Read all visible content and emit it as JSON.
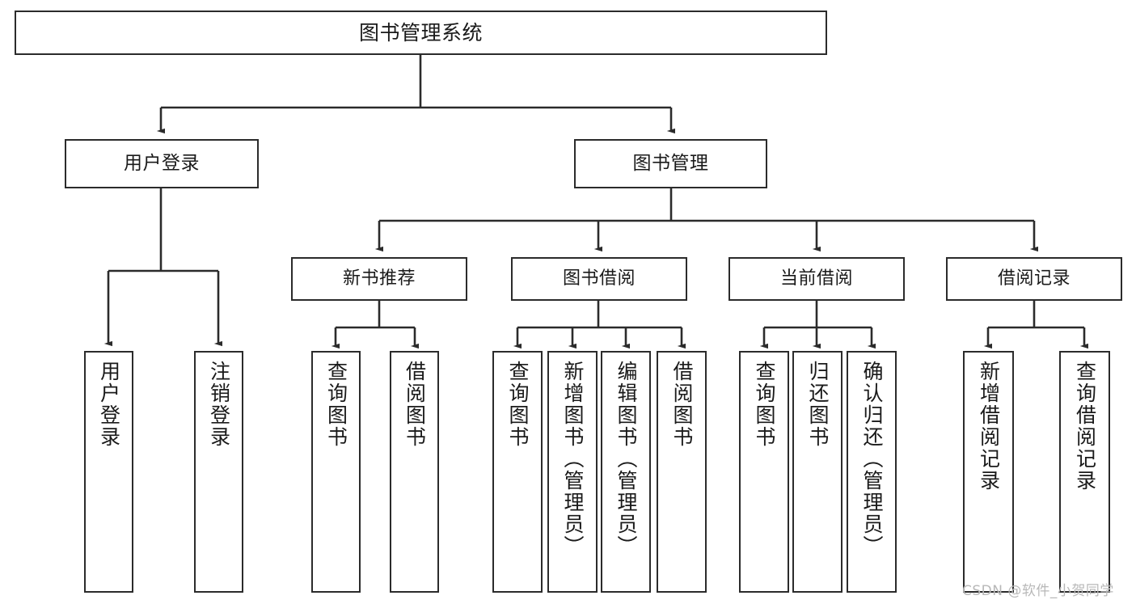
{
  "diagram": {
    "type": "tree-hierarchy",
    "title": "图书管理系统",
    "colors": {
      "box_border": "#2b2b2b",
      "box_fill": "#ffffff",
      "line": "#2b2b2b",
      "text": "#1a1a1a",
      "watermark": "#b8b8b8",
      "background": "#ffffff"
    },
    "root": {
      "label": "图书管理系统"
    },
    "level1": [
      {
        "label": "用户登录"
      },
      {
        "label": "图书管理"
      }
    ],
    "level2": [
      {
        "label": "新书推荐"
      },
      {
        "label": "图书借阅"
      },
      {
        "label": "当前借阅"
      },
      {
        "label": "借阅记录"
      }
    ],
    "leaves": {
      "user_login": [
        {
          "label": "用户登录"
        },
        {
          "label": "注销登录"
        }
      ],
      "new_book_recommend": [
        {
          "label": "查询图书"
        },
        {
          "label": "借阅图书"
        }
      ],
      "book_borrow": [
        {
          "label": "查询图书"
        },
        {
          "label": "新增图书（管理员）"
        },
        {
          "label": "编辑图书（管理员）"
        },
        {
          "label": "借阅图书"
        }
      ],
      "current_borrow": [
        {
          "label": "查询图书"
        },
        {
          "label": "归还图书"
        },
        {
          "label": "确认归还（管理员）"
        }
      ],
      "borrow_record": [
        {
          "label": "新增借阅记录"
        },
        {
          "label": "查询借阅记录"
        }
      ]
    }
  },
  "watermark": {
    "text": "CSDN @软件_小贺同学"
  }
}
